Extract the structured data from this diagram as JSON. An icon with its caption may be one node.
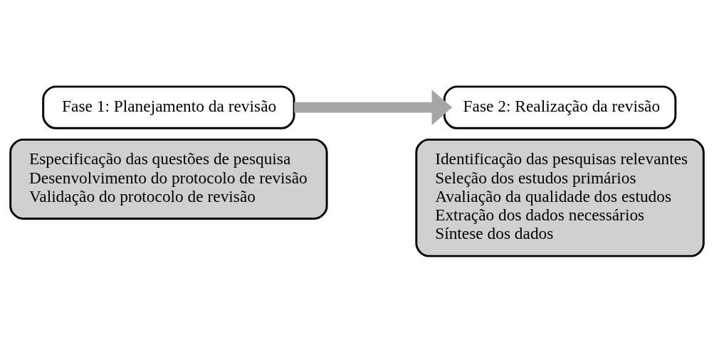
{
  "diagram": {
    "nodes": [
      {
        "text": [
          "Fase 1: Planejamento da revisão"
        ]
      },
      {
        "text": [
          "Especificação das questões de pesquisa",
          "Desenvolvimento do protocolo de revisão",
          "Validação do protocolo de revisão"
        ]
      },
      {
        "text": [
          "Fase 2: Realização da revisão"
        ]
      },
      {
        "text": [
          "Identificação das pesquisas relevantes",
          "Seleção dos estudos primários",
          "Avaliação da qualidade dos estudos",
          "Extração dos dados necessários",
          "Síntese dos dados"
        ]
      }
    ],
    "edges": [
      {
        "from": 0,
        "to": 2,
        "arrow": "to",
        "color": "#a6a6a6"
      }
    ]
  }
}
